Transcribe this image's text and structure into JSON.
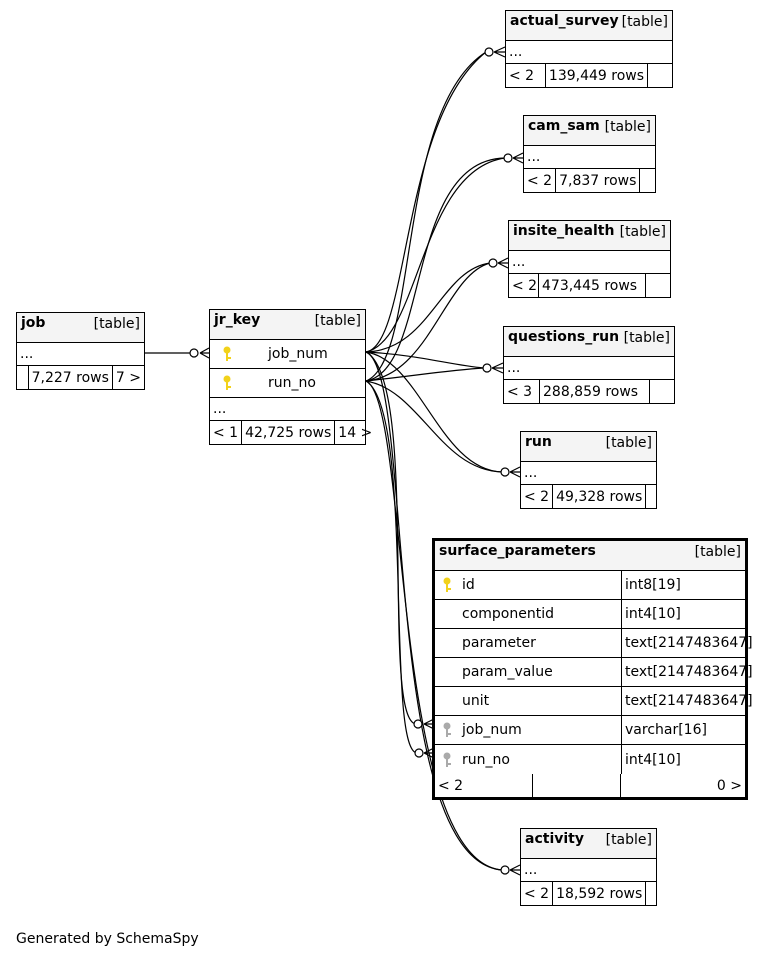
{
  "tables": {
    "job": {
      "name": "job",
      "type": "[table]",
      "placeholder": "...",
      "parents": "",
      "rows": "7,227 rows",
      "children": "7 >"
    },
    "jr_key": {
      "name": "jr_key",
      "type": "[table]",
      "columns": [
        "job_num",
        "run_no"
      ],
      "placeholder": "...",
      "parents": "< 1",
      "rows": "42,725 rows",
      "children": "14 >"
    },
    "actual_survey": {
      "name": "actual_survey",
      "type": "[table]",
      "placeholder": "...",
      "parents": "< 2",
      "rows": "139,449 rows",
      "children": ""
    },
    "cam_sam": {
      "name": "cam_sam",
      "type": "[table]",
      "placeholder": "...",
      "parents": "< 2",
      "rows": "7,837 rows",
      "children": ""
    },
    "insite_health": {
      "name": "insite_health",
      "type": "[table]",
      "placeholder": "...",
      "parents": "< 2",
      "rows": "473,445 rows",
      "children": ""
    },
    "questions_run": {
      "name": "questions_run",
      "type": "[table]",
      "placeholder": "...",
      "parents": "< 3",
      "rows": "288,859 rows",
      "children": ""
    },
    "run": {
      "name": "run",
      "type": "[table]",
      "placeholder": "...",
      "parents": "< 2",
      "rows": "49,328 rows",
      "children": ""
    },
    "surface_parameters": {
      "name": "surface_parameters",
      "type": "[table]",
      "columns": [
        {
          "name": "id",
          "type": "int8[19]",
          "key": "primary"
        },
        {
          "name": "componentid",
          "type": "int4[10]",
          "key": "none"
        },
        {
          "name": "parameter",
          "type": "text[2147483647]",
          "key": "none"
        },
        {
          "name": "param_value",
          "type": "text[2147483647]",
          "key": "none"
        },
        {
          "name": "unit",
          "type": "text[2147483647]",
          "key": "none"
        },
        {
          "name": "job_num",
          "type": "varchar[16]",
          "key": "foreign"
        },
        {
          "name": "run_no",
          "type": "int4[10]",
          "key": "foreign"
        }
      ],
      "parents": "< 2",
      "rows": "",
      "children": "0 >"
    },
    "activity": {
      "name": "activity",
      "type": "[table]",
      "placeholder": "...",
      "parents": "< 2",
      "rows": "18,592 rows",
      "children": ""
    }
  },
  "colors": {
    "primary_key": "#f2d21a",
    "foreign_key": "#aaaaaa",
    "header_bg": "#f4f4f4"
  },
  "credit": "Generated by SchemaSpy"
}
